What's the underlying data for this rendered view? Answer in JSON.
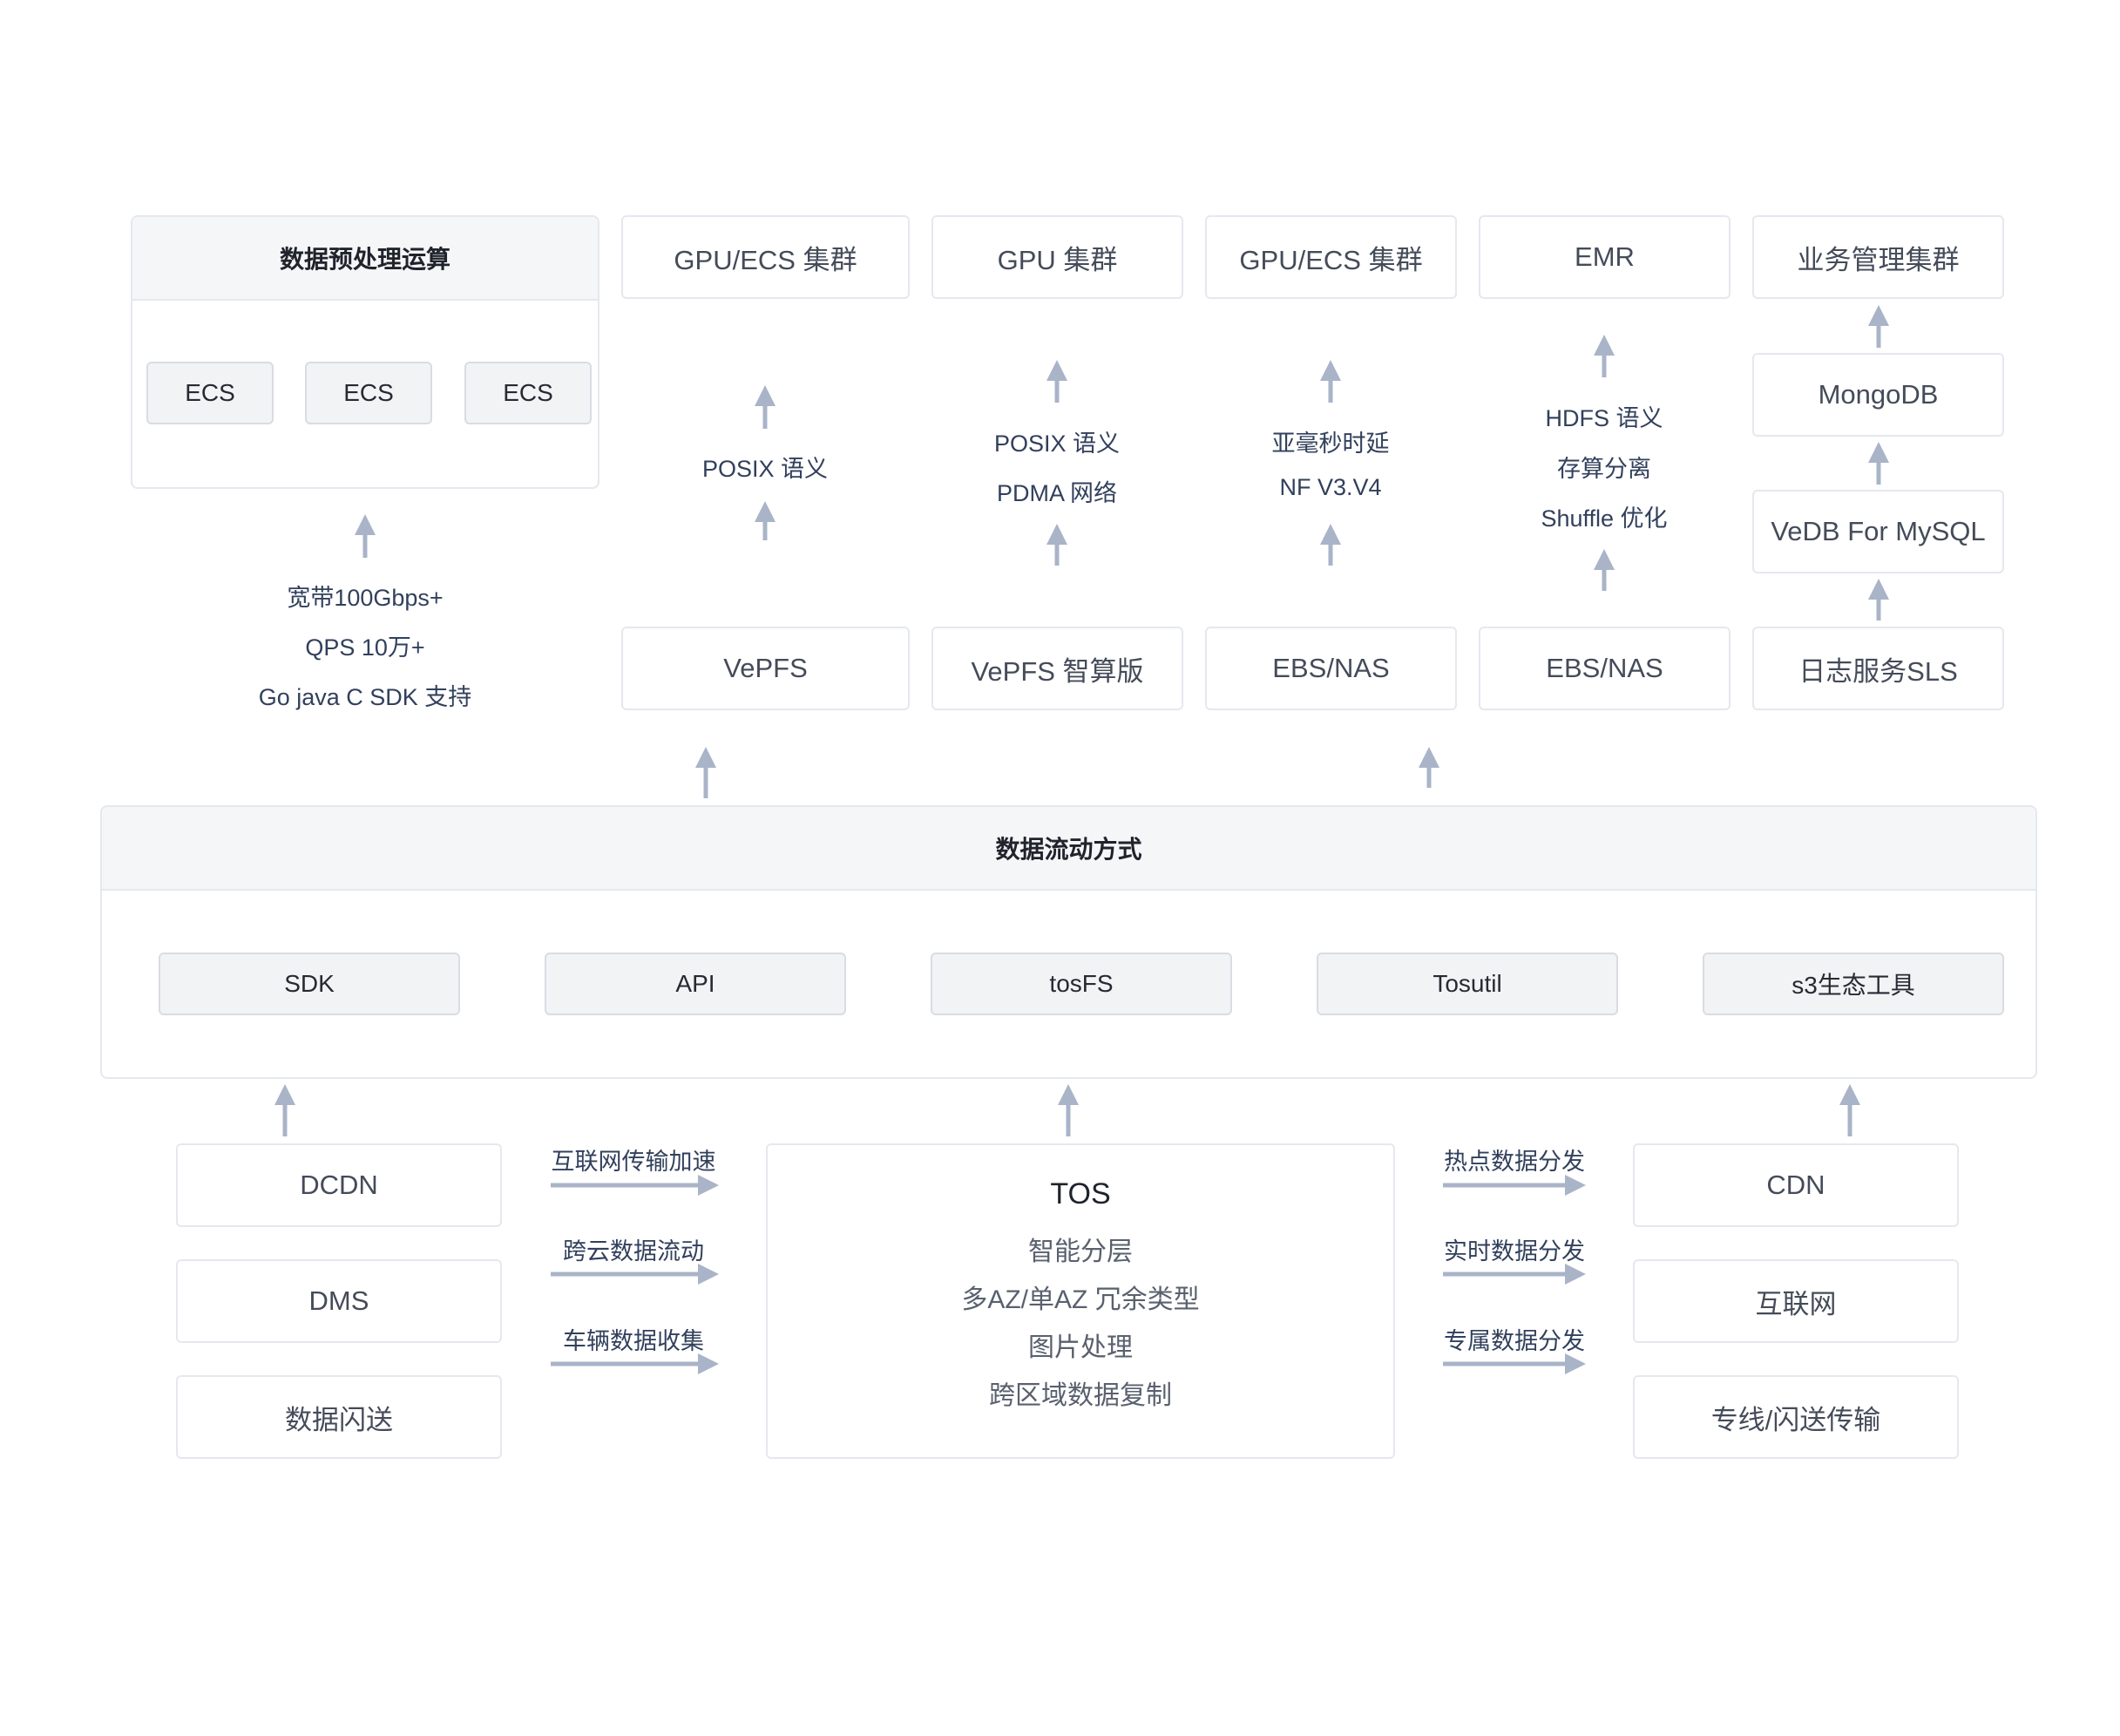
{
  "colors": {
    "border": "#e5e8ee",
    "header_bg": "#f5f6f8",
    "pill_bg": "#f2f3f5",
    "arrow": "#aab4c8",
    "label_text": "#32405c"
  },
  "preprocess": {
    "title": "数据预处理运算",
    "ecs": [
      "ECS",
      "ECS",
      "ECS"
    ],
    "notes": [
      "宽带100Gbps+",
      "QPS 10万+",
      "Go java C SDK 支持"
    ]
  },
  "top_row": [
    "GPU/ECS 集群",
    "GPU 集群",
    "GPU/ECS 集群",
    "EMR",
    "业务管理集群"
  ],
  "mid_labels": {
    "col1": [
      "POSIX 语义"
    ],
    "col2": [
      "POSIX 语义",
      "PDMA 网络"
    ],
    "col3": [
      "亚毫秒时延",
      "NF V3.V4"
    ],
    "col4": [
      "HDFS 语义",
      "存算分离",
      "Shuffle 优化"
    ]
  },
  "db_stack": [
    "MongoDB",
    "VeDB For  MySQL"
  ],
  "storage_row": [
    "VePFS",
    "VePFS 智算版",
    "EBS/NAS",
    "EBS/NAS",
    "日志服务SLS"
  ],
  "flow": {
    "title": "数据流动方式",
    "items": [
      "SDK",
      "API",
      "tosFS",
      "Tosutil",
      "s3生态工具"
    ]
  },
  "sources": [
    "DCDN",
    "DMS",
    "数据闪送"
  ],
  "in_arrows": [
    "互联网传输加速",
    "跨云数据流动",
    "车辆数据收集"
  ],
  "tos": {
    "title": "TOS",
    "lines": [
      "智能分层",
      "多AZ/单AZ 冗余类型",
      "图片处理",
      "跨区域数据复制"
    ]
  },
  "out_arrows": [
    "热点数据分发",
    "实时数据分发",
    "专属数据分发"
  ],
  "destinations": [
    "CDN",
    "互联网",
    "专线/闪送传输"
  ]
}
